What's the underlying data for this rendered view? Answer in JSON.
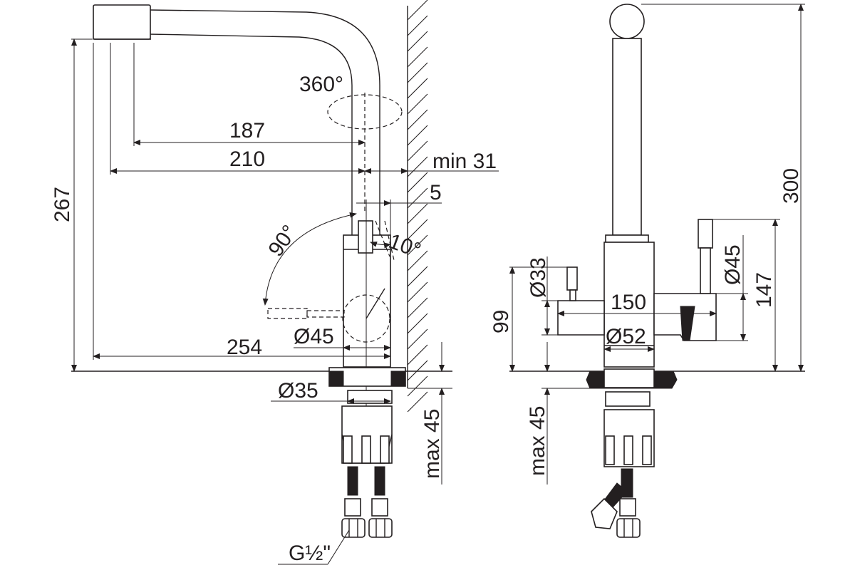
{
  "left_view": {
    "swivel_angle": "360°",
    "spout_reach_inner": "187",
    "spout_reach": "210",
    "wall_clearance": "min 31",
    "offset": "5",
    "lever_angle": "90°",
    "tilt_angle": "10°",
    "body_diameter": "Ø45",
    "total_reach": "254",
    "total_height": "267",
    "base_diameter": "Ø35",
    "max_thickness": "max 45",
    "thread": "G½\""
  },
  "right_view": {
    "total_height": "300",
    "lever_diameter": "Ø33",
    "knob_diameter": "Ø45",
    "body_width": "150",
    "body_height": "99",
    "lever_height": "147",
    "base_diameter": "Ø52",
    "max_thickness": "max 45"
  }
}
